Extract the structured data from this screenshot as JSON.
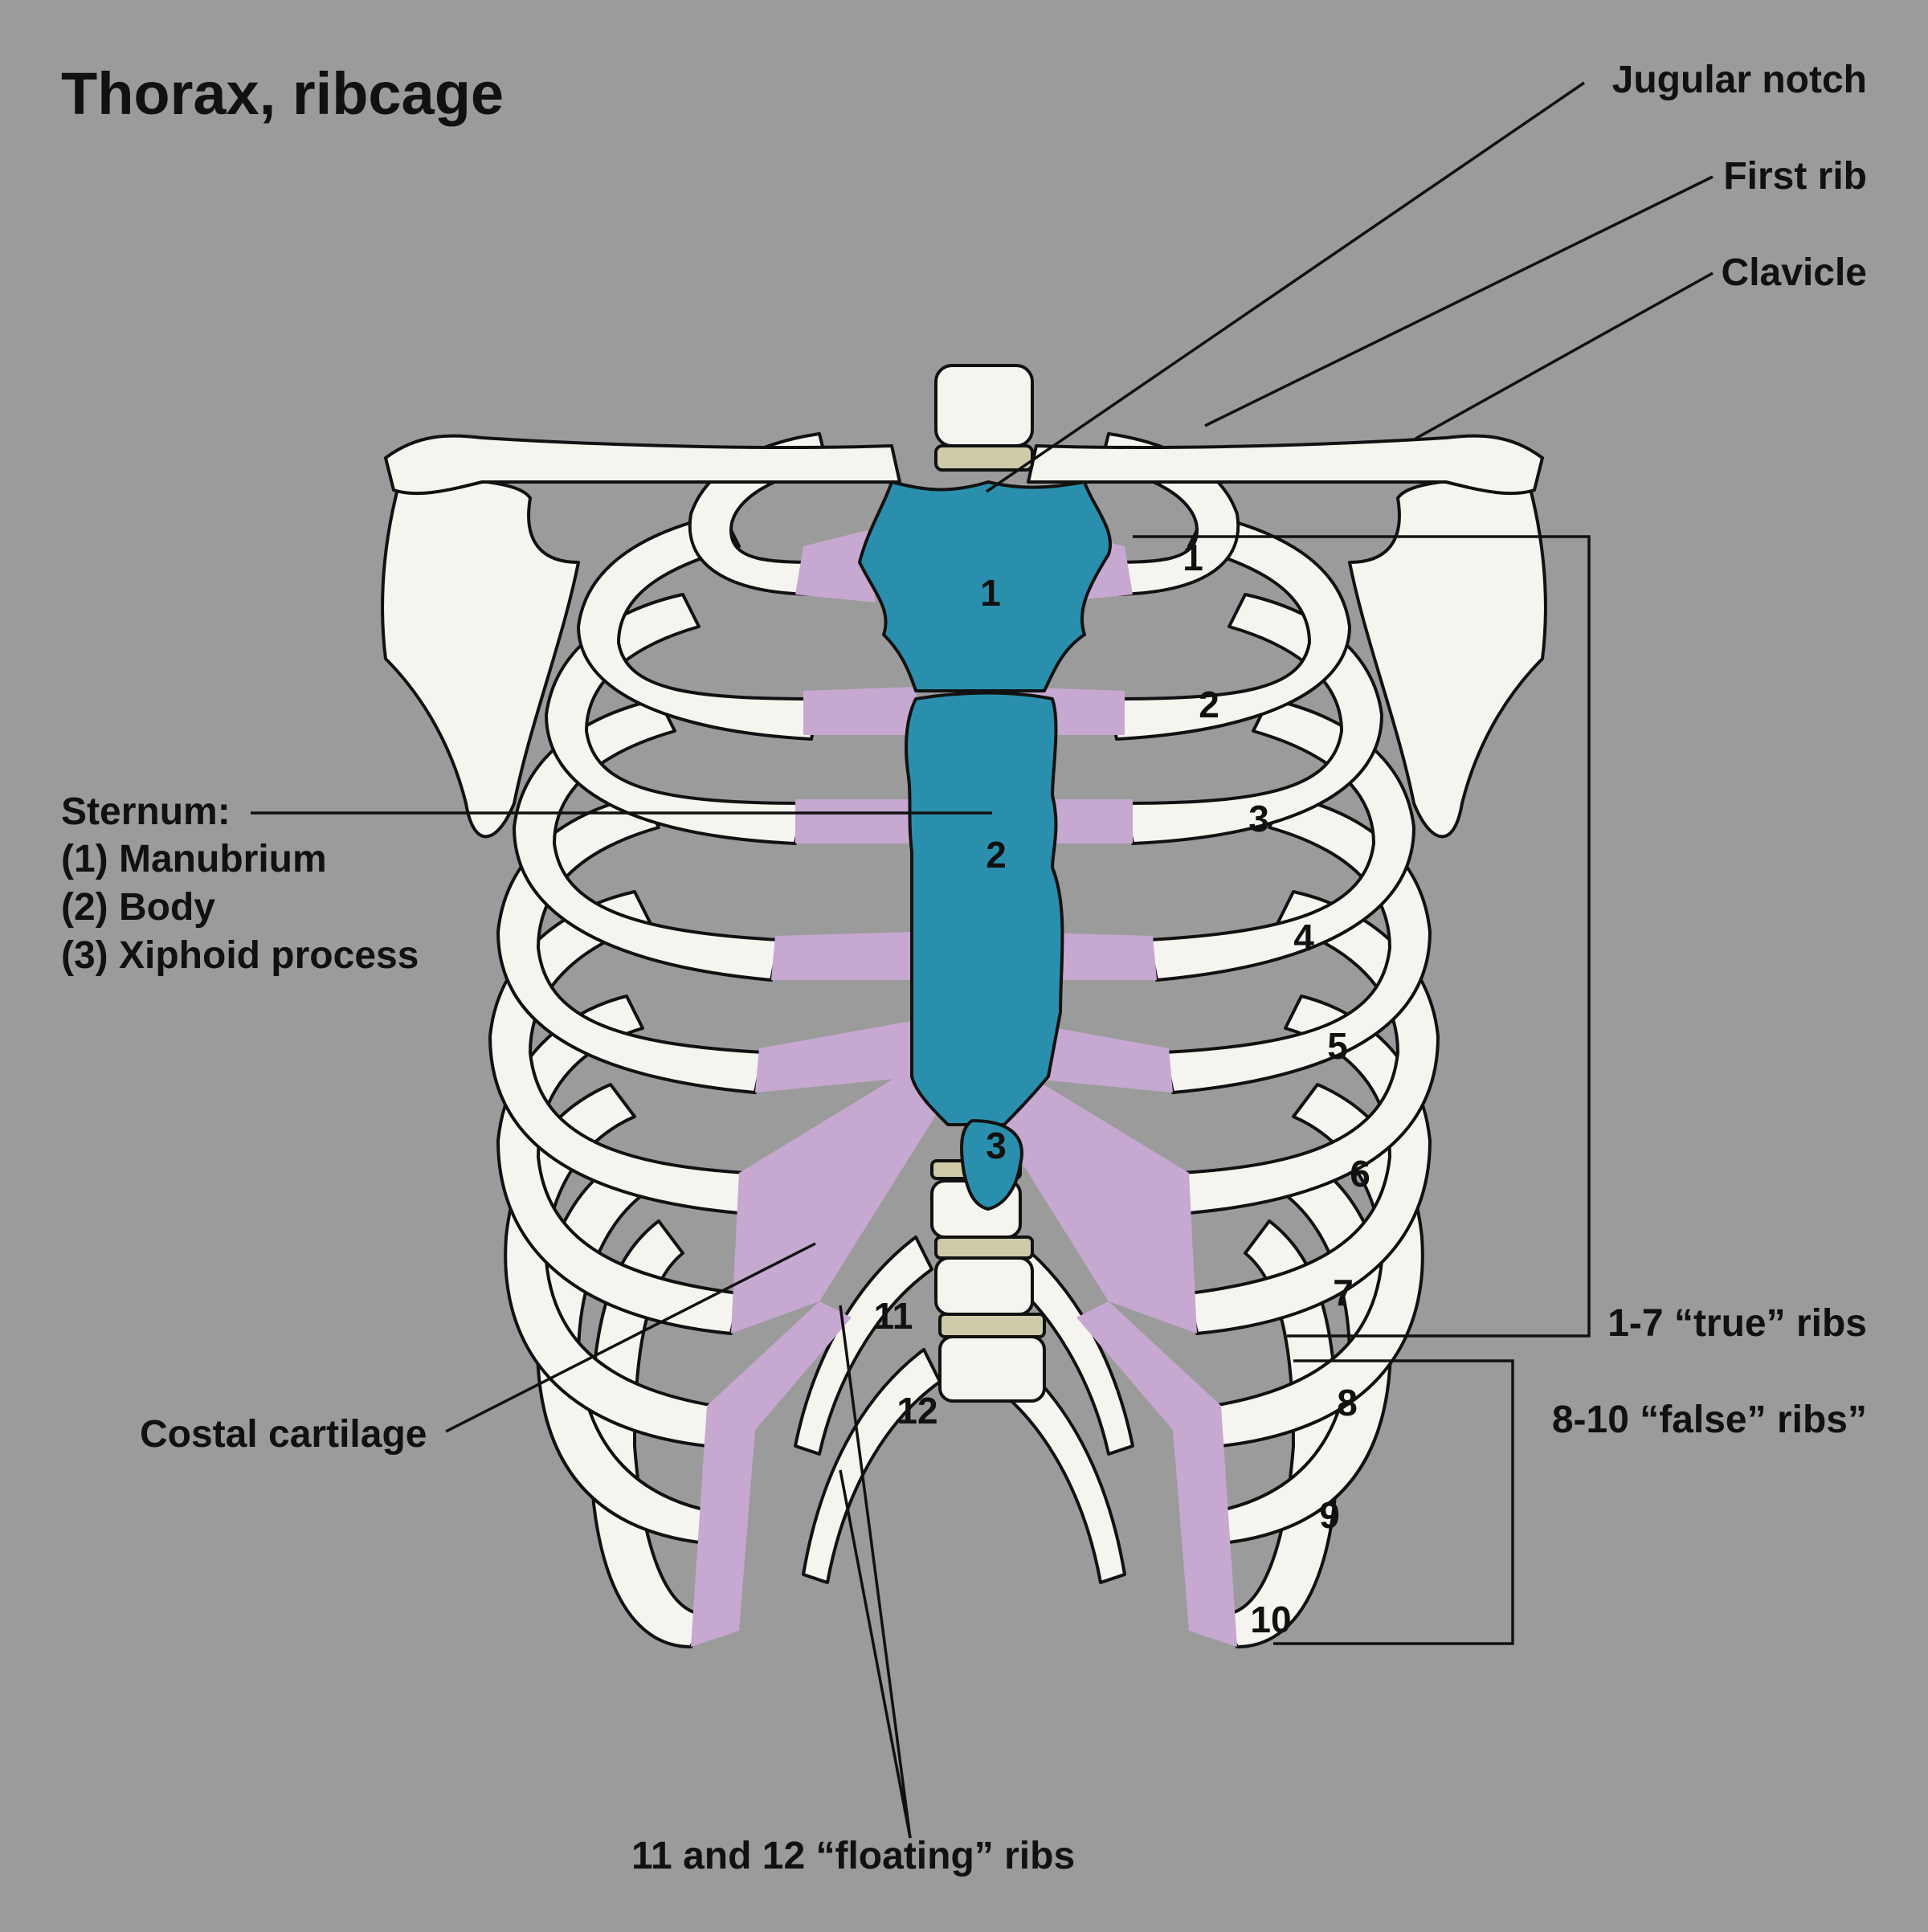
{
  "title": "Thorax, ribcage",
  "labels": {
    "jugular_notch": "Jugular notch",
    "first_rib": "First rib",
    "clavicle": "Clavicle",
    "sternum_heading": "Sternum:",
    "manubrium": "(1) Manubrium",
    "body": "(2) Body",
    "xiphoid": "(3) Xiphoid process",
    "costal_cartilage": "Costal cartilage",
    "true_ribs": "1-7 “true” ribs",
    "false_ribs": "8-10 “false” ribs”",
    "floating_ribs": "11 and 12 “floating” ribs"
  },
  "sternum_numbers": [
    "1",
    "2",
    "3"
  ],
  "rib_numbers": [
    "1",
    "2",
    "3",
    "4",
    "5",
    "6",
    "7",
    "8",
    "9",
    "10",
    "11",
    "12"
  ],
  "colors": {
    "background": "#9b9b9b",
    "bone": "#f5f4ee",
    "sternum": "#2a8fac",
    "costal_cartilage": "#c6a8d1",
    "intervertebral_disc": "#cfcaa8"
  }
}
